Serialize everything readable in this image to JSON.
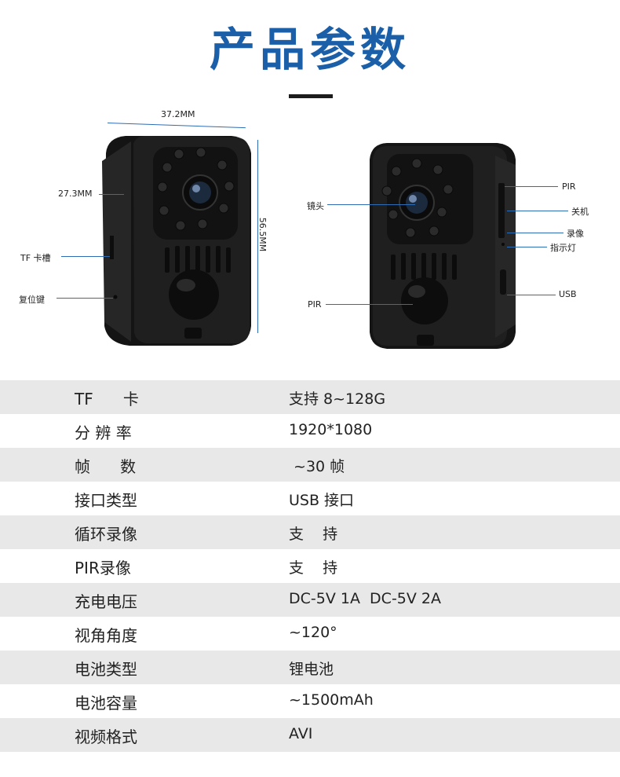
{
  "title": "产品参数",
  "left_view": {
    "width_label": "37.2MM",
    "depth_label": "27.3MM",
    "height_label": "56.5MM",
    "tf_slot": "TF 卡槽",
    "reset_key": "复位键"
  },
  "right_view": {
    "lens": "镜头",
    "pir_bottom": "PIR",
    "pir_side": "PIR",
    "power_off": "关机",
    "record": "录像",
    "indicator": "指示灯",
    "usb": "USB"
  },
  "specs": [
    {
      "label": "TF      卡",
      "value": "支持 8~128G"
    },
    {
      "label": "分 辨 率",
      "value": "1920*1080"
    },
    {
      "label": "帧      数",
      "value": " ~30 帧"
    },
    {
      "label": "接口类型",
      "value": "USB 接口"
    },
    {
      "label": "循环录像",
      "value": "支    持"
    },
    {
      "label": "PIR录像",
      "value": "支    持"
    },
    {
      "label": "充电电压",
      "value": "DC-5V 1A  DC-5V 2A"
    },
    {
      "label": "视角角度",
      "value": "~120°"
    },
    {
      "label": "电池类型",
      "value": "锂电池"
    },
    {
      "label": "电池容量",
      "value": "~1500mAh"
    },
    {
      "label": "视频格式",
      "value": "AVI"
    }
  ],
  "colors": {
    "accent": "#1a5fa8",
    "row_alt": "#e8e8e8",
    "device": "#1e1e1e"
  }
}
